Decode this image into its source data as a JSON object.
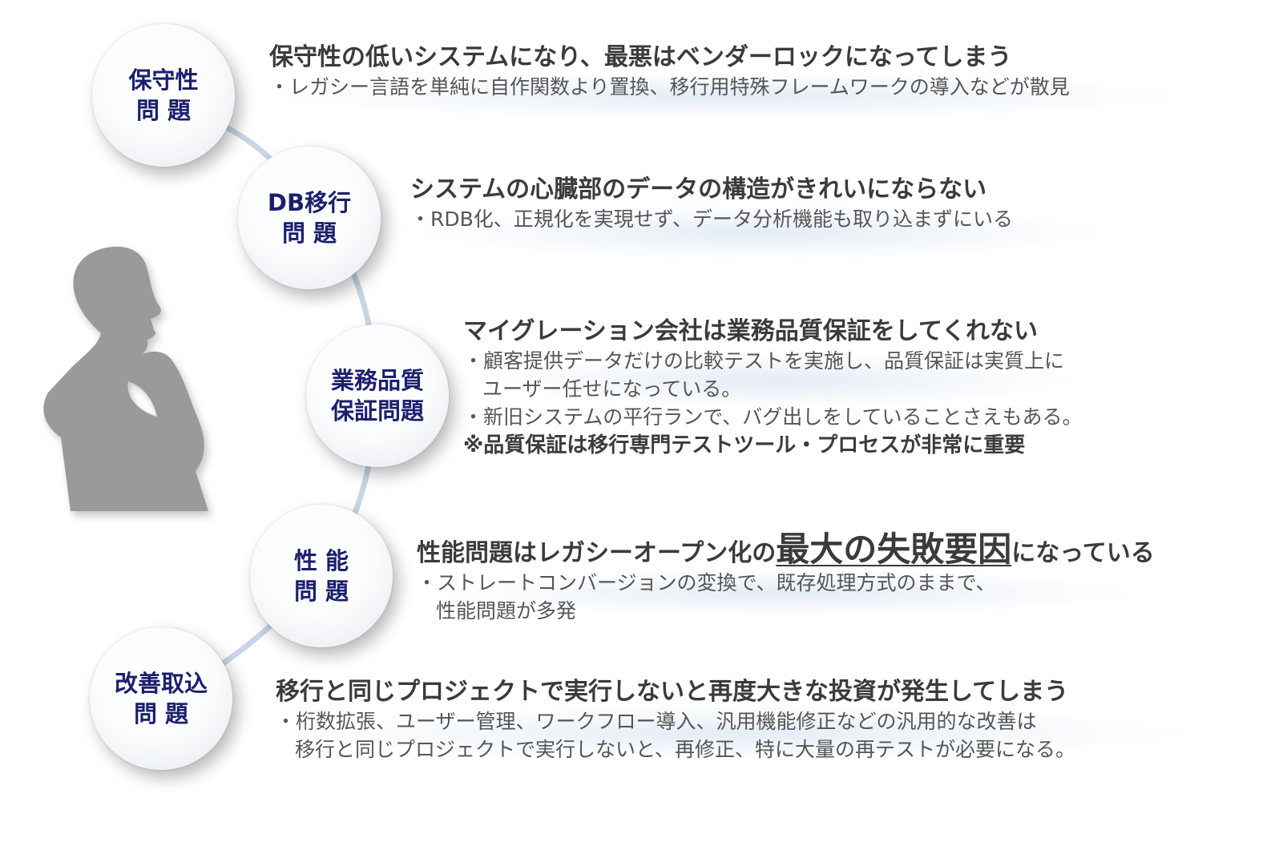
{
  "colors": {
    "bubble_text": "#1b1f6e",
    "heading_text": "#3b3b3b",
    "desc_text": "#555555",
    "silhouette": "#9a9a9a",
    "connector": "#c7d6e6"
  },
  "figure": {
    "icon": "thinking-person-silhouette"
  },
  "issues": [
    {
      "bubble": [
        "保守性",
        "問 題"
      ],
      "heading": "保守性の低いシステムになり、最悪はベンダーロックになってしまう",
      "lines": [
        "・レガシー言語を単純に自作関数より置換、移行用特殊フレームワークの導入などが散見"
      ]
    },
    {
      "bubble": [
        "DB移行",
        "問 題"
      ],
      "heading": "システムの心臓部のデータの構造がきれいにならない",
      "lines": [
        "・RDB化、正規化を実現せず、データ分析機能も取り込まずにいる"
      ]
    },
    {
      "bubble": [
        "業務品質",
        "保証問題"
      ],
      "heading": "マイグレーション会社は業務品質保証をしてくれない",
      "lines": [
        "・顧客提供データだけの比較テストを実施し、品質保証は実質上に",
        "ユーザー任せになっている。",
        "・新旧システムの平行ランで、バグ出しをしていることさえもある。"
      ],
      "note": "※品質保証は移行専門テストツール・プロセスが非常に重要"
    },
    {
      "bubble": [
        "性 能",
        "問 題"
      ],
      "heading_pre": "性能問題はレガシーオープン化の",
      "heading_emph": "最大の失敗要因",
      "heading_post": "になっている",
      "lines": [
        "・ストレートコンバージョンの変換で、既存処理方式のままで、",
        "性能問題が多発"
      ]
    },
    {
      "bubble": [
        "改善取込",
        "問 題"
      ],
      "heading": "移行と同じプロジェクトで実行しないと再度大きな投資が発生してしまう",
      "lines": [
        "・桁数拡張、ユーザー管理、ワークフロー導入、汎用機能修正などの汎用的な改善は",
        "移行と同じプロジェクトで実行しないと、再修正、特に大量の再テストが必要になる。"
      ]
    }
  ]
}
